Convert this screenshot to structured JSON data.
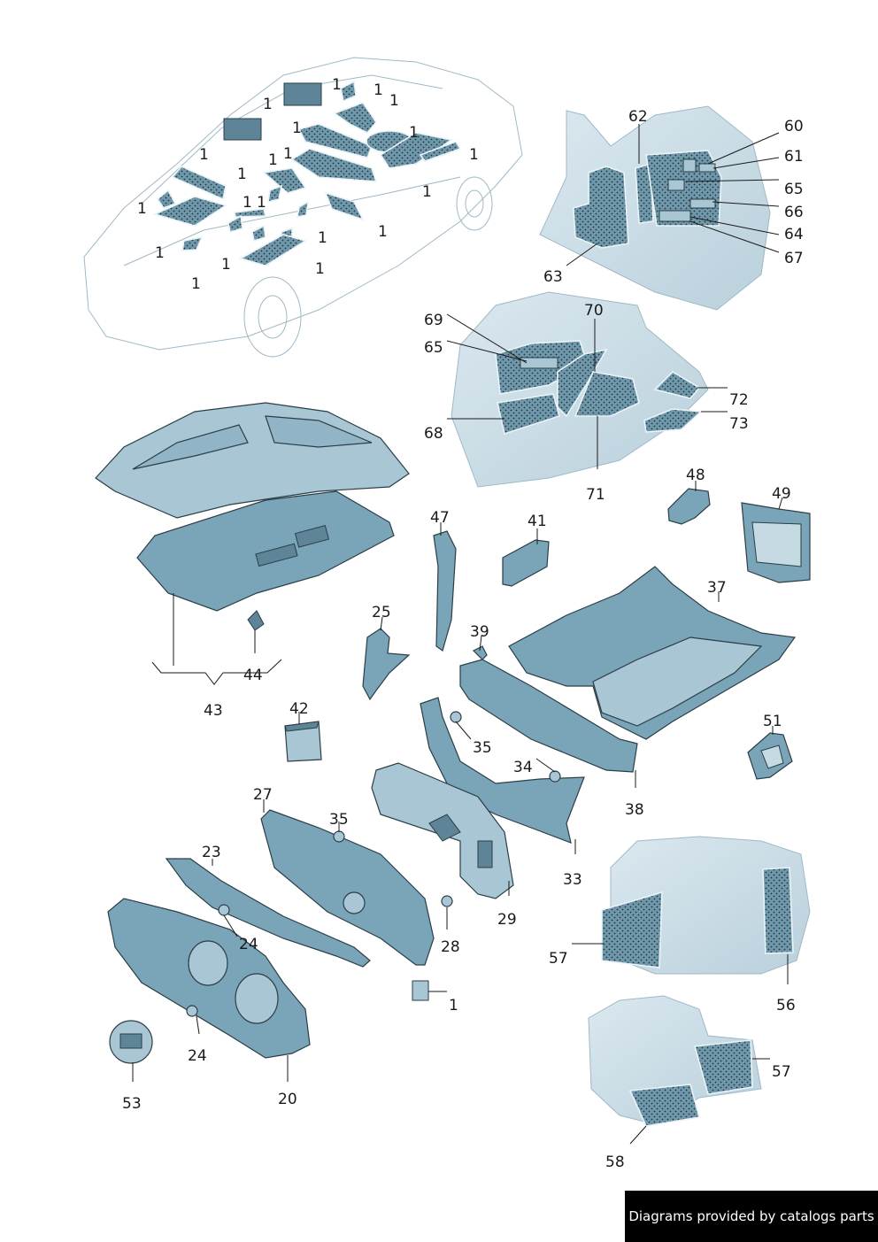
{
  "footer": {
    "text": "Diagrams provided by catalogs parts"
  },
  "labels": {
    "p1": "1",
    "p20": "20",
    "p23": "23",
    "p24": "24",
    "p25": "25",
    "p27": "27",
    "p28": "28",
    "p29": "29",
    "p33": "33",
    "p34": "34",
    "p35": "35",
    "p37": "37",
    "p38": "38",
    "p39": "39",
    "p41": "41",
    "p42": "42",
    "p43": "43",
    "p44": "44",
    "p47": "47",
    "p48": "48",
    "p49": "49",
    "p51": "51",
    "p53": "53",
    "p56": "56",
    "p57": "57",
    "p58": "58",
    "p60": "60",
    "p61": "61",
    "p62": "62",
    "p63": "63",
    "p64": "64",
    "p65": "65",
    "p66": "66",
    "p67": "67",
    "p68": "68",
    "p69": "69",
    "p70": "70",
    "p71": "71",
    "p72": "72",
    "p73": "73"
  }
}
